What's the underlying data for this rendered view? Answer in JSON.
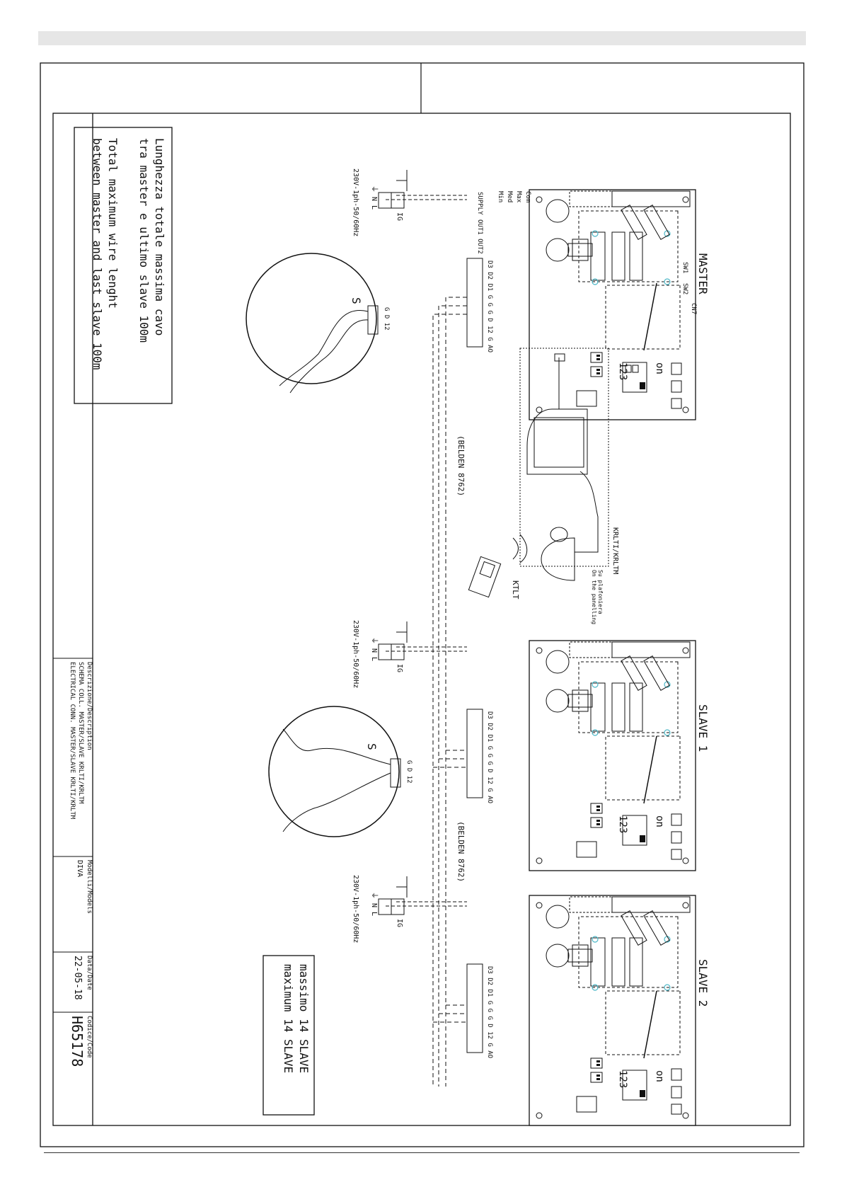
{
  "notes": {
    "length_it_1": "Lunghezza totale massima cavo",
    "length_it_2": "tra master e ultimo slave 100m",
    "length_en_1": "Total maximum wire lenght",
    "length_en_2": "between master and last slave 100m",
    "max_it": "massimo 14 SLAVE",
    "max_en": "maximum 14 SLAVE"
  },
  "units": [
    {
      "label": "MASTER"
    },
    {
      "label": "SLAVE 1"
    },
    {
      "label": "SLAVE 2"
    }
  ],
  "board": {
    "fan_terminals": [
      "Com",
      "Max",
      "Med",
      "Min"
    ],
    "supply": "SUPPLY",
    "supply_pins": [
      "N",
      "L"
    ],
    "outputs": "OUT1 OUT2",
    "signal_pins": [
      "D3",
      "D2",
      "D1",
      "G",
      "G",
      "G",
      "D",
      "12",
      "G",
      "AO"
    ],
    "sw1": "SW1",
    "sw2": "SW2",
    "sw_numbers": "123",
    "cn": "CN7",
    "dip_on": "on",
    "dip_numbers": "123"
  },
  "power": {
    "spec": "230V-1ph-50/60Hz",
    "ig": "IG",
    "pins": [
      "⏚",
      "N",
      "L"
    ]
  },
  "cable": "(BELDEN 8762)",
  "detail": {
    "shield": "S",
    "pins": [
      "G",
      "D",
      "12"
    ]
  },
  "remote": {
    "receiver": "KRLTI/KRLTM",
    "mount_it": "Su plafoniera",
    "mount_en": "On the panelling",
    "transmitter": "KTLT"
  },
  "titleblock": {
    "desc_label": "Descrizione/Description",
    "desc_it": "SCHEMA COLL. MASTER/SLAVE KRLTI/KRLTM",
    "desc_en": "ELECTRICAL CONN. MASTER/SLAVE KRLTI/KRLTM",
    "models_label": "Modelli/Models",
    "models": "DIVA",
    "date_label": "Data/Date",
    "date": "22-05-18",
    "code_label": "Codice/Code",
    "code": "H65178"
  }
}
